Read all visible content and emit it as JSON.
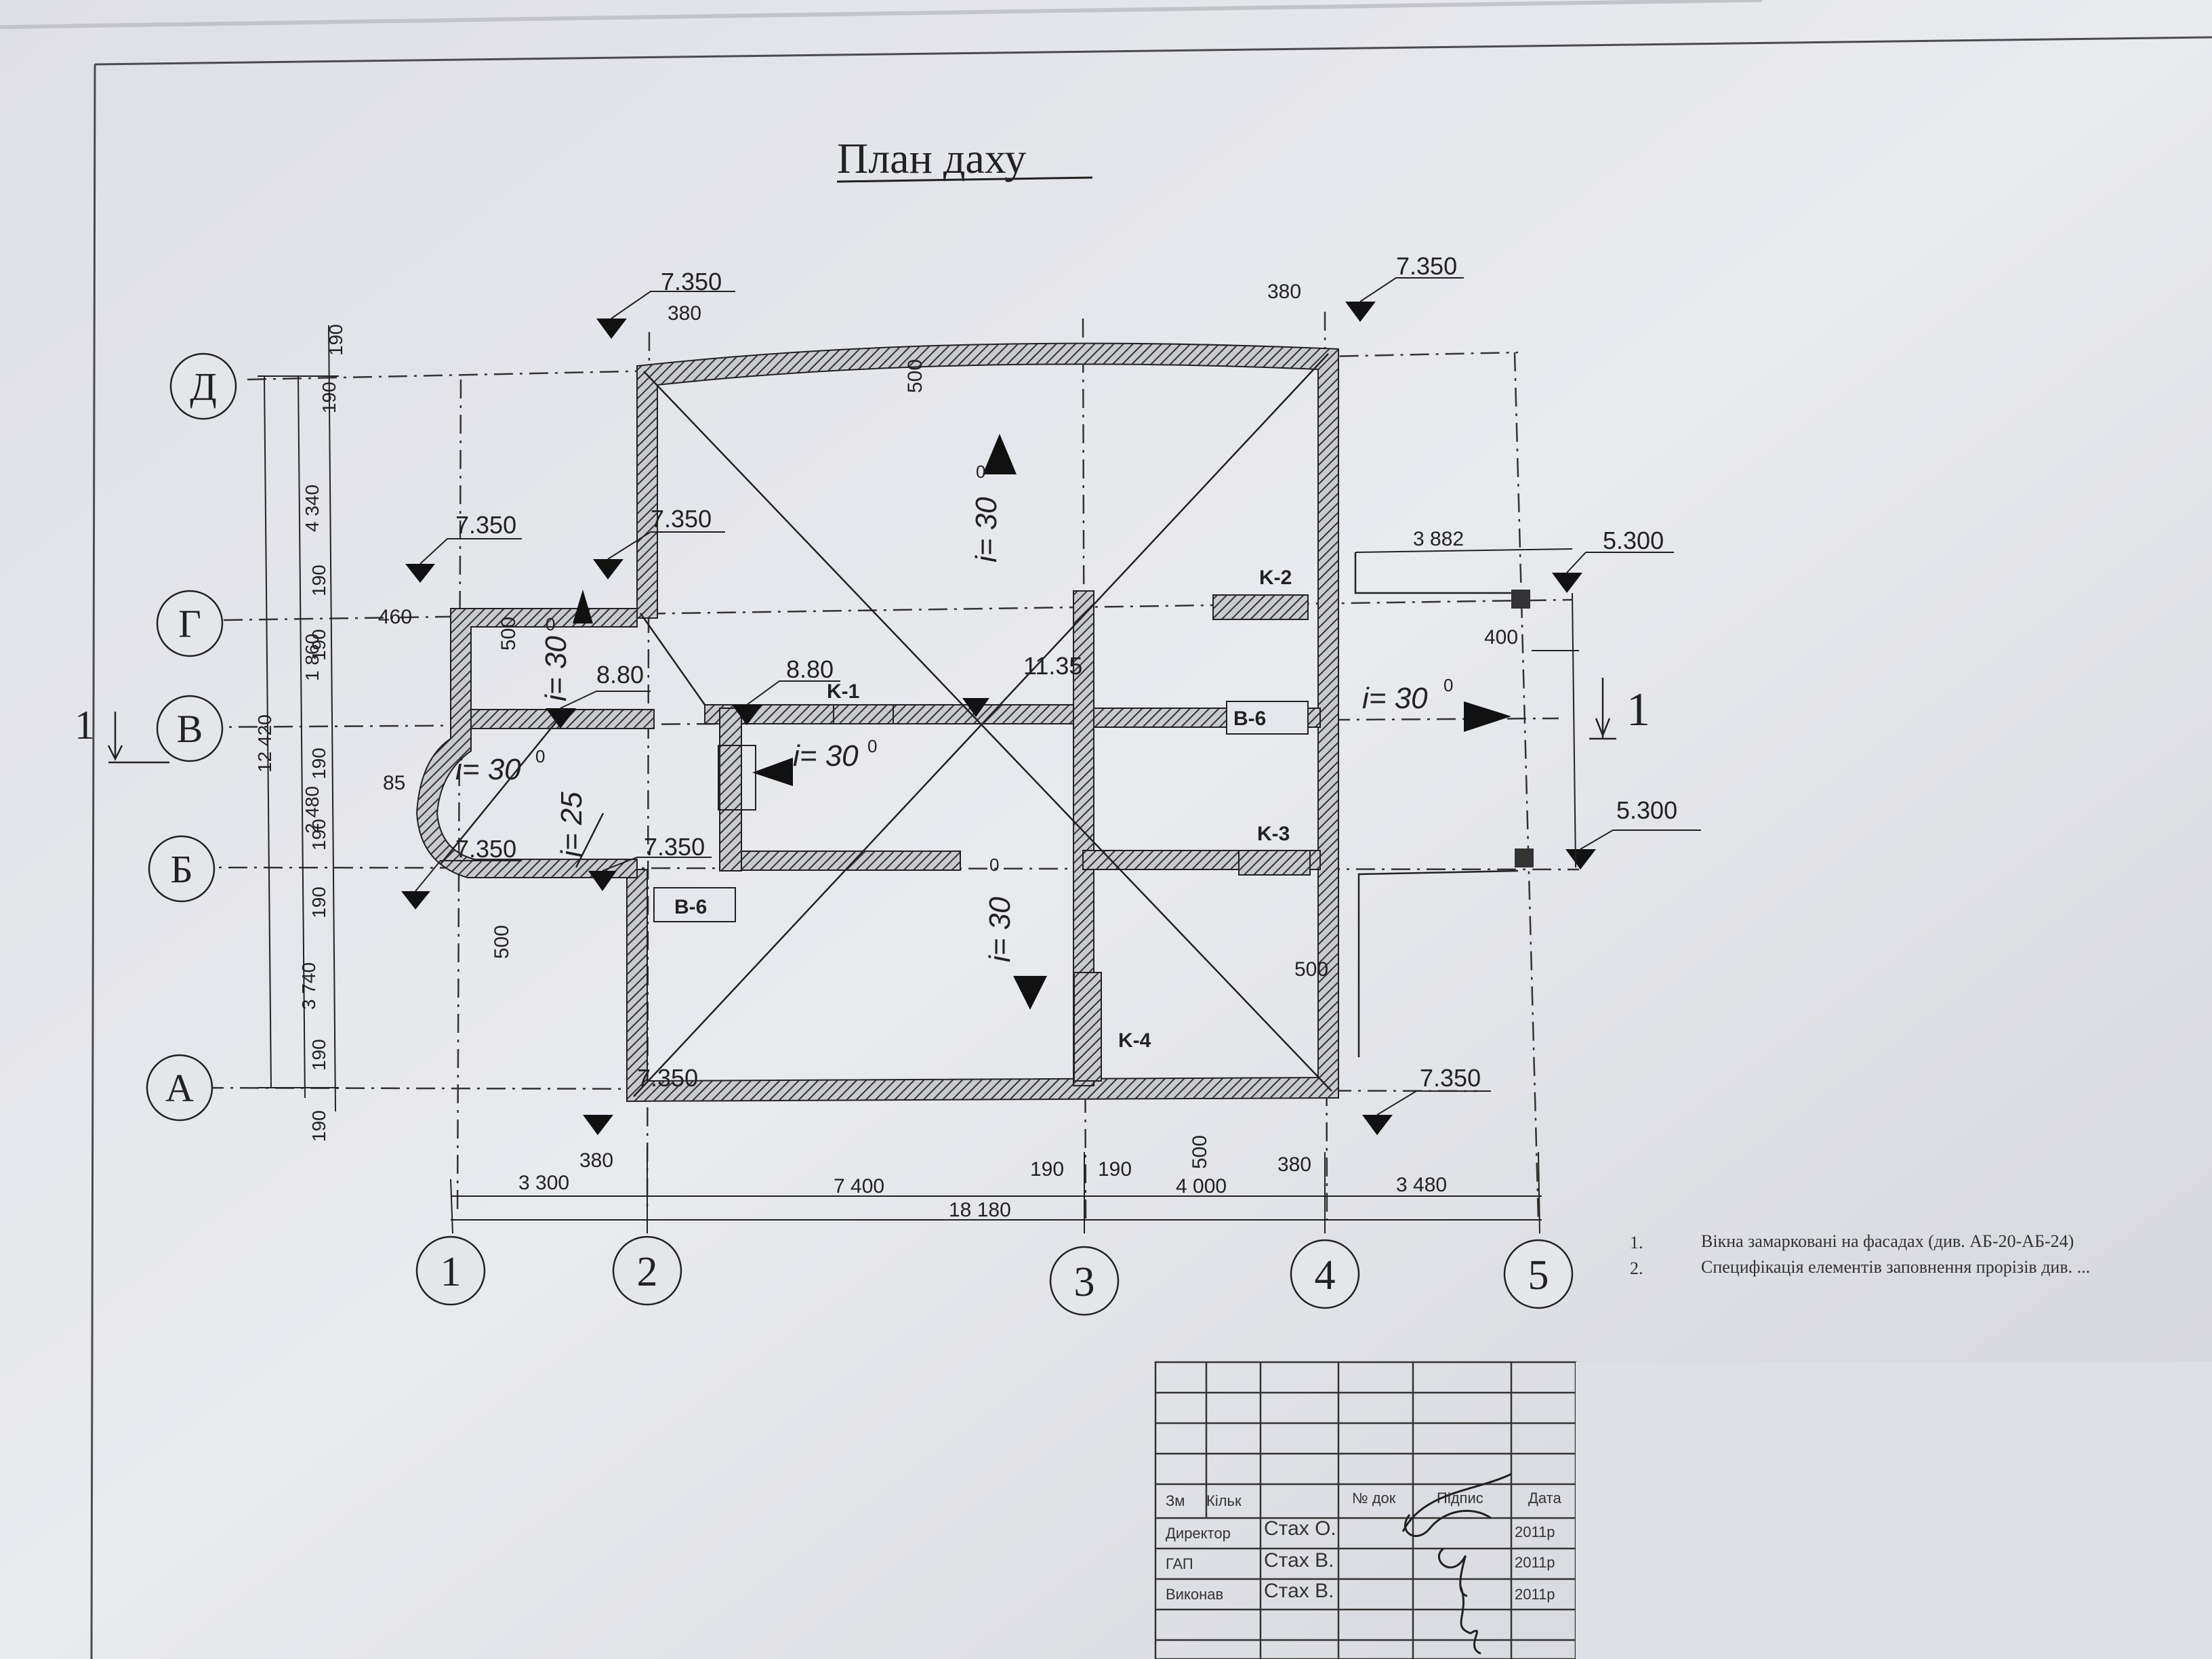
{
  "title": "План даху",
  "axes_letters": [
    "Д",
    "Г",
    "В",
    "Б",
    "А"
  ],
  "axes_numbers": [
    "1",
    "2",
    "3",
    "4",
    "5"
  ],
  "elevations": {
    "top_left": "7.350",
    "top_right": "7.350",
    "left_upper": "7.350",
    "inner_upper": "7.350",
    "bay_lower": "7.350",
    "inner_lower": "7.350",
    "bottom_left": "7.350",
    "bottom_right": "7.350",
    "right_upper": "5.300",
    "right_lower": "5.300",
    "ridge_left": "8.80",
    "ridge_mid": "8.80",
    "ridge_center": "11.35"
  },
  "slopes": {
    "top": "i= 30",
    "upper_left": "i= 30",
    "bay": "i= 30",
    "left_mid": "i= 25",
    "mid": "i= 30",
    "bottom": "i= 30",
    "right": "i= 30",
    "degree": "0"
  },
  "elements": {
    "k1": "K-1",
    "k2": "K-2",
    "k3": "K-3",
    "k4": "K-4",
    "v6_upper": "B-6",
    "v6_lower": "B-6"
  },
  "dims_left": [
    "190",
    "190",
    "4 340",
    "190",
    "1 860",
    "190",
    "190",
    "2 480",
    "190",
    "190",
    "3 740",
    "190",
    "190",
    "12 420"
  ],
  "dims_bottom": {
    "d1": "3 300",
    "d2": "7 400",
    "d3": "4 000",
    "d4": "3 480",
    "total": "18 180",
    "t1": "380",
    "t2": "190",
    "t3": "190",
    "t4": "380"
  },
  "dims_misc": {
    "top_380_left": "380",
    "top_380_right": "380",
    "wall_500_top": "500",
    "wall_500_left": "500",
    "wall_500_bay": "500",
    "wall_500_right": "500",
    "wall_500_bottom": "500",
    "bay_460": "460",
    "bay_85": "85",
    "right_3882": "3 882",
    "right_400": "400"
  },
  "section": {
    "label": "1"
  },
  "notes": [
    {
      "num": "1.",
      "text": "Вікна замарковані на фасадах (див. АБ-20-АБ-24)"
    },
    {
      "num": "2.",
      "text": "Специфікація елементів заповнення прорізів див. ..."
    }
  ],
  "stamp": {
    "headers": [
      "Зм",
      "Кільк",
      "№ док",
      "Підпис",
      "Дата"
    ],
    "rows": [
      {
        "role": "Директор",
        "name": "Стах О.",
        "date": "2011р"
      },
      {
        "role": "ГАП",
        "name": "Стах В.",
        "date": "2011р"
      },
      {
        "role": "Виконав",
        "name": "Стах В.",
        "date": "2011р"
      }
    ]
  }
}
